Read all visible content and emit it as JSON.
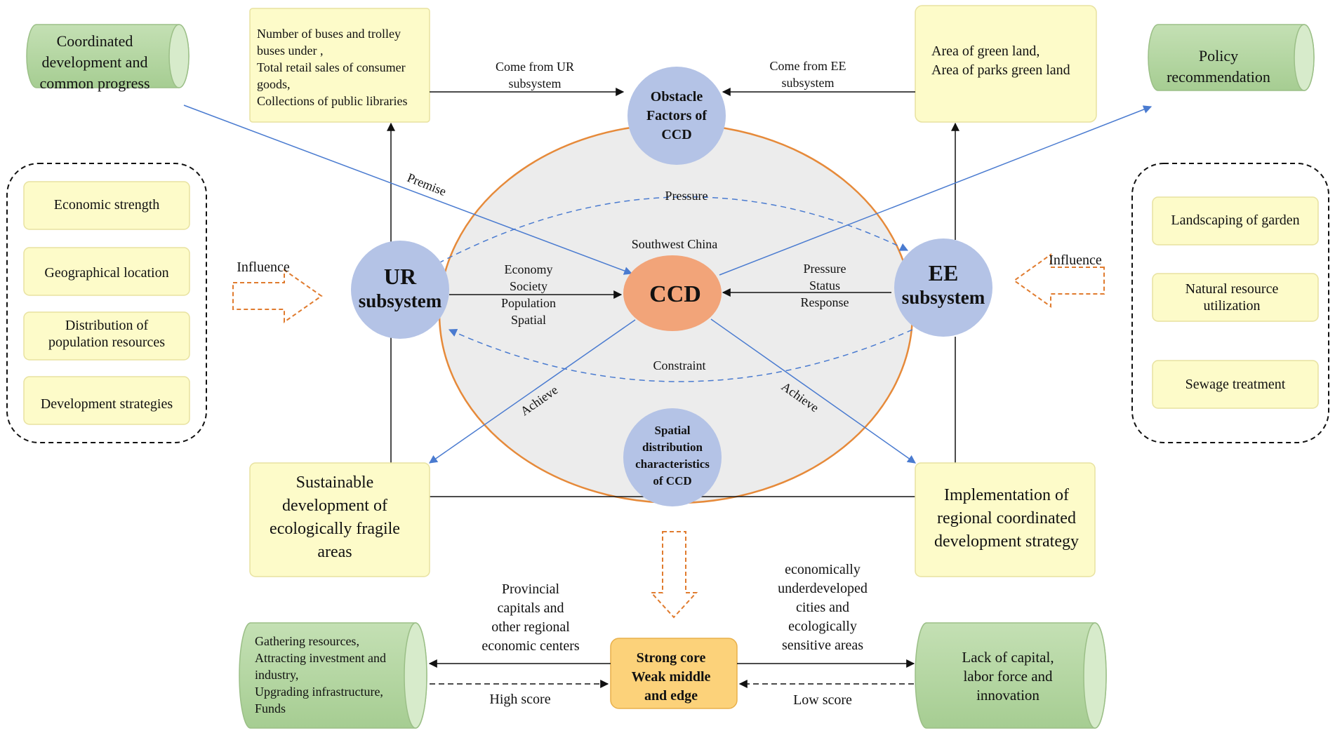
{
  "left_cylinder_top": {
    "lines": [
      "Coordinated",
      "development and",
      "common progress"
    ]
  },
  "right_cylinder_top": {
    "lines": [
      "Policy",
      "recommendation"
    ]
  },
  "ur_indicator_box": {
    "lines": [
      "Number of buses and trolley",
      "buses under ,",
      "Total retail sales of consumer",
      "goods,",
      "Collections of public libraries"
    ]
  },
  "ee_indicator_box": {
    "lines": [
      "Area of green land,",
      "Area of parks green land"
    ]
  },
  "come_from_ur": {
    "lines": [
      "Come from UR",
      "subsystem"
    ]
  },
  "come_from_ee": {
    "lines": [
      "Come from EE",
      "subsystem"
    ]
  },
  "obstacle_circle": {
    "lines": [
      "Obstacle",
      "Factors of",
      "CCD"
    ]
  },
  "left_factors": [
    "Economic strength",
    "Geographical location",
    "Distribution of|population resources",
    "Development strategies"
  ],
  "right_factors": [
    "Landscaping of garden",
    "Natural resource|utilization",
    "Sewage treatment"
  ],
  "influence_left": "Influence",
  "influence_right": "Influence",
  "ur_circle": {
    "lines": [
      "UR",
      "subsystem"
    ]
  },
  "ee_circle": {
    "lines": [
      "EE",
      "subsystem"
    ]
  },
  "ccd_circle": "CCD",
  "region_label": "Southwest China",
  "pressure_label": "Pressure",
  "constraint_label": "Constraint",
  "premise_label": "Premise",
  "achieve_left_label": "Achieve",
  "achieve_right_label": "Achieve",
  "ur_dimensions": [
    "Economy",
    "Society",
    "Population",
    "Spatial"
  ],
  "ee_dimensions": [
    "Pressure",
    "Status",
    "Response"
  ],
  "spatial_circle": {
    "lines": [
      "Spatial",
      "distribution",
      "characteristics",
      "of CCD"
    ]
  },
  "sustainable_box": {
    "lines": [
      "Sustainable",
      "development of",
      "ecologically fragile",
      "areas"
    ]
  },
  "implementation_box": {
    "lines": [
      "Implementation of",
      "regional coordinated",
      "development strategy"
    ]
  },
  "core_box": {
    "lines": [
      "Strong core",
      "Weak middle",
      "and edge"
    ]
  },
  "provincial_label": {
    "lines": [
      "Provincial",
      "capitals and",
      "other regional",
      "economic centers"
    ]
  },
  "underdeveloped_label": {
    "lines": [
      "economically",
      "underdeveloped",
      "cities and",
      "ecologically",
      "sensitive areas"
    ]
  },
  "high_score": "High score",
  "low_score": "Low score",
  "bottom_left_cylinder": {
    "lines": [
      "Gathering resources,",
      "Attracting investment and",
      "industry,",
      "Upgrading infrastructure,",
      "Funds"
    ]
  },
  "bottom_right_cylinder": {
    "lines": [
      "Lack of capital,",
      "labor force and",
      "innovation"
    ]
  },
  "colors": {
    "yellow_box": "#fdfbc9",
    "green_cylinder": "#b7d8a6",
    "blue_circle": "#b4c3e6",
    "orange_circle": "#f2a479",
    "ellipse_border": "#e68a3a",
    "arrow_blue": "#4a7bd0",
    "orange_dashed": "#e07b2e",
    "core_box": "#fcd27a"
  }
}
